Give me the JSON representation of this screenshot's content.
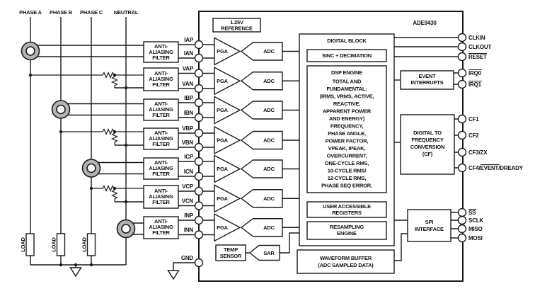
{
  "chip_name": "ADE9430",
  "phase_labels": [
    "PHASE A",
    "PHASE B",
    "PHASE C",
    "NEUTRAL"
  ],
  "load_label": "LOAD",
  "filter_lines": [
    "ANTI-",
    "ALIASING",
    "FILTER"
  ],
  "reference_lines": [
    "1.25V",
    "REFERENCE"
  ],
  "labels": {
    "pga": "PGA",
    "adc": "ADC",
    "sar": "SAR"
  },
  "temp_sensor_lines": [
    "TEMP",
    "SENSOR"
  ],
  "pins_left": [
    "IAP",
    "IAN",
    "VAP",
    "VAN",
    "IBP",
    "IBN",
    "VBP",
    "VBN",
    "ICP",
    "ICN",
    "VCP",
    "VCN",
    "INP",
    "INN",
    "GND"
  ],
  "pins_right": {
    "clkin": "CLKIN",
    "clkout": "CLKOUT",
    "reset": "RESET",
    "irq0": "IRQ0",
    "irq1": "IRQ1",
    "cf1": "CF1",
    "cf2": "CF2",
    "cf3": "CF3/ZX",
    "cf4": {
      "p1": "CF4/",
      "p2": "EVENT",
      "p3": "/DREADY"
    },
    "ss": "SS",
    "sclk": "SCLK",
    "miso": "MISO",
    "mosi": "MOSI"
  },
  "digital_block": {
    "title": "DIGITAL BLOCK",
    "sinc": "SINC + DECIMATION",
    "dsp_lines": [
      "DSP ENGINE",
      "TOTAL AND",
      "FUNDAMENTAL:",
      "(IRMS, VRMS, ACTIVE,",
      "REACTIVE,",
      "APPARENT POWER",
      "AND ENERGY)",
      "FREQUENCY,",
      "PHASE ANGLE,",
      "POWER FACTOR,",
      "VPEAK, IPEAK,",
      "OVERCURRENT,",
      "ONE-CYCLE RMS,",
      "10-CYCLE RMS/",
      "12-CYCLE RMS,",
      "PHASE SEQ ERROR."
    ],
    "user_registers_lines": [
      "USER ACCESSIBLE",
      "REGISTERS"
    ],
    "resampling_lines": [
      "RESAMPLING",
      "ENGINE"
    ]
  },
  "waveform_buffer_lines": [
    "WAVEFORM BUFFER",
    "(ADC SAMPLED DATA)"
  ],
  "event_interrupts_lines": [
    "EVENT",
    "INTERRUPTS"
  ],
  "dtf_lines": [
    "DIGITAL TO",
    "FREQUENCY",
    "CONVERSION",
    "(CF)"
  ],
  "spi_lines": [
    "SPI",
    "INTERFACE"
  ],
  "colors": {
    "line": "#1a1a1a",
    "ct_fill": "#b3b3b3",
    "background": "#ffffff"
  }
}
